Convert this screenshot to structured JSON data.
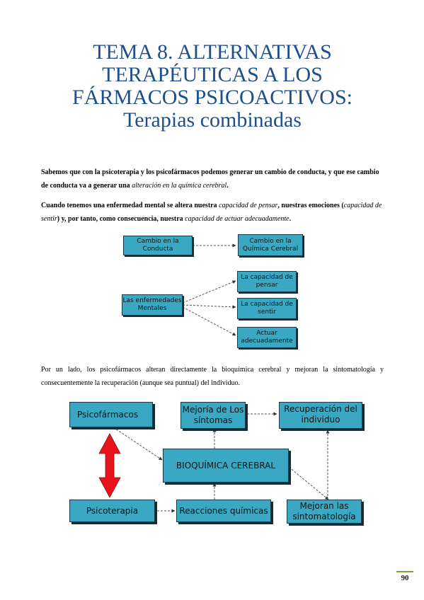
{
  "title": {
    "line1": "TEMA 8. ALTERNATIVAS",
    "line2": "TERAPÉUTICAS A LOS",
    "line3": "FÁRMACOS PSICOACTIVOS:",
    "subtitle": "Terapias combinadas"
  },
  "p1": {
    "a": "Sabemos que con la psicoterapia y los psicofármacos podemos generar un cambio de conducta, y que ese cambio de conducta va a generar una ",
    "b": "alteración en la química cerebral",
    "c": "."
  },
  "p2": {
    "a": "Cuando tenemos una enfermedad mental se altera nuestra ",
    "b": "capacidad de pensar",
    "c": ", nuestras emociones (",
    "d": "capacidad de sentir",
    "e": ") y, por tanto, como consecuencia, nuestra ",
    "f": "capacidad de actuar adecuadamente",
    "g": "."
  },
  "diagram1": {
    "box_conducta": "Cambio en la Conducta",
    "box_quimica": "Cambio en la Química Cerebral",
    "box_enfermedades": "Las enfermedades Mentales",
    "box_pensar": "La capacidad de pensar",
    "box_sentir": "La capacidad de sentir",
    "box_actuar": "Actuar adecuadamente"
  },
  "p3": {
    "text": "Por un lado, los psicofármacos alteran directamente la bioquímica cerebral y mejoran la sintomatología y consecuentemente la recuperación (aunque sea puntual) del individuo."
  },
  "diagram2": {
    "psicofarmacos": "Psicofármacos",
    "mejoria": "Mejoría de Los síntomas",
    "recuperacion": "Recuperación del individuo",
    "bioquimica": "BIOQUÍMICA CEREBRAL",
    "psicoterapia": "Psicoterapia",
    "reacciones": "Reacciones químicas",
    "mejoran": "Mejoran las sintomatología",
    "double_arrow_color": "#e8141a"
  },
  "footer": {
    "page_number": "90",
    "accent_color": "#7aa53c"
  }
}
